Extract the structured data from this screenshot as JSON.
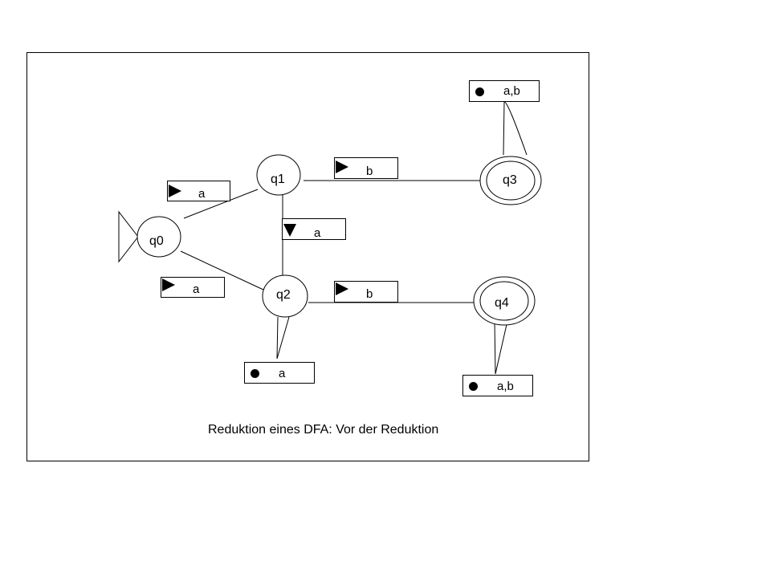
{
  "states": {
    "q0": {
      "label": "q0"
    },
    "q1": {
      "label": "q1"
    },
    "q2": {
      "label": "q2"
    },
    "q3": {
      "label": "q3"
    },
    "q4": {
      "label": "q4"
    }
  },
  "edge_labels": {
    "q0_q1": "a",
    "q0_q2": "a",
    "q1_q2": "a",
    "q1_q3": "b",
    "q2_q4": "b",
    "q2_loop": "a",
    "q3_loop": "a,b",
    "q4_loop": "a,b"
  },
  "caption": "Reduktion eines DFA: Vor der Reduktion"
}
